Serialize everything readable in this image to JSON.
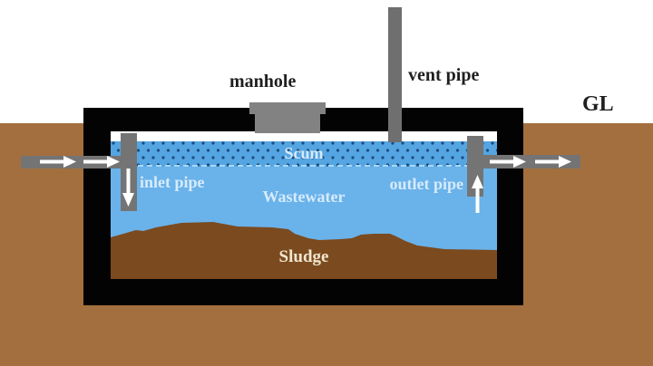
{
  "diagram": {
    "labels": {
      "manhole": "manhole",
      "vent_pipe": "vent pipe",
      "ground_level": "GL",
      "scum": "Scum",
      "wastewater": "Wastewater",
      "sludge": "Sludge",
      "inlet_pipe": "inlet pipe",
      "outlet_pipe": "outlet pipe"
    },
    "colors": {
      "background": "#ffffff",
      "ground": "#a46f3e",
      "tank_wall": "#030303",
      "headspace": "#ffffff",
      "scum": "#54a5e2",
      "scum_dots": "#1d4d7e",
      "scum_dash": "#a9d8f5",
      "wastewater": "#6ab2ea",
      "sludge": "#7b4a1f",
      "pipe": "#747474",
      "vent": "#6f6f6f",
      "manhole": "#828282",
      "arrow": "#ffffff",
      "label_dark": "#1f1f1f",
      "label_light": "#d6ebfb",
      "label_cream": "#f0e7cf"
    }
  }
}
